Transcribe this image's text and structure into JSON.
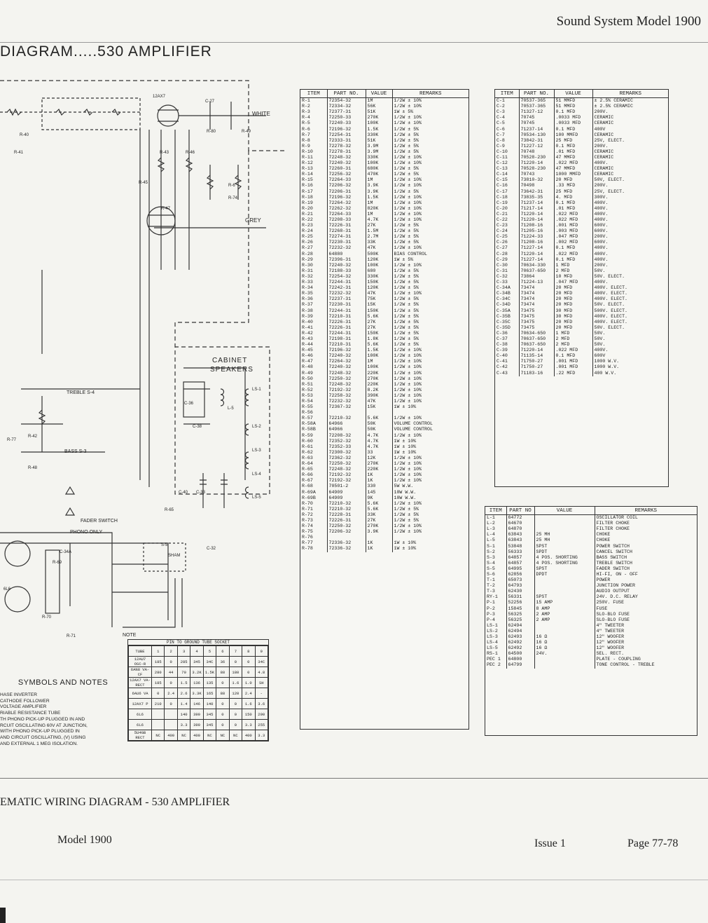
{
  "header": {
    "right": "Sound System Model 1900",
    "left": "DIAGRAM.....530 AMPLIFIER"
  },
  "footer": {
    "title": "EMATIC WIRING DIAGRAM - 530 AMPLIFIER",
    "model": "Model 1900",
    "issue": "Issue 1",
    "page": "Page 77-78"
  },
  "schematic": {
    "cabinet_title": "CABINET",
    "cabinet_subtitle": "SPEAKERS",
    "white": "WHITE",
    "grey": "GREY",
    "treble": "TREBLE S-4",
    "bass": "BASS S-3",
    "fader": "FADER SWITCH",
    "phono": "PHONO ONLY",
    "note": "NOTE",
    "parts": [
      "12AX7",
      "R-40",
      "R-41",
      "R-43",
      "R-46",
      "R-45",
      "R-47",
      "R-6",
      "R-74",
      "R-80",
      "R-49",
      "C-27",
      "C-36",
      "C-38",
      "L-5",
      "LS-1",
      "LS-2",
      "LS-3",
      "LS-4",
      "LS-5",
      "6L6",
      "C-34A",
      "R-70",
      "R-71",
      "R-48",
      "R-42",
      "R-77",
      "C-40",
      "C-33",
      "S-5",
      "SHAM",
      "C-32",
      "R-65",
      "R-69"
    ]
  },
  "symbols": {
    "title": "SYMBOLS AND NOTES",
    "lines": [
      "HASE INVERTER",
      "CATHODE FOLLOWER",
      "VOLTAGE AMPLIFIER",
      "RIABLE RESISTANCE TUBE",
      "TH PHONO PICK-UP PLUGGED IN AND",
      "RCUIT OSCILLATING 60V AT JUNCTION,",
      "WITH PHONO PICK-UP PLUGGED IN",
      "AND CIRCUIT OSCILLATING, (V) USING",
      "AND EXTERNAL 1 MEG ISOLATION."
    ]
  },
  "tube_chart": {
    "title": "PIN TO GROUND TUBE SOCKET",
    "header": [
      "TUBE",
      "1",
      "2",
      "3",
      "4",
      "5",
      "6",
      "7",
      "8",
      "9"
    ],
    "rows": [
      [
        "12AU7 OSC-R",
        "185",
        "0",
        "285",
        "345",
        "34C",
        "36",
        "0",
        "0",
        "34C"
      ],
      [
        "6AN8 VA-CF",
        "280",
        "44",
        "70",
        "3.2K",
        "1.5K",
        "88",
        "180",
        "0",
        "4.8"
      ],
      [
        "12AX7 VA-RECT",
        "185",
        "0",
        "1.5",
        "136",
        "135",
        "0",
        "1.6",
        "1.0",
        "SH"
      ],
      [
        "6AU6 VA",
        "0",
        "2.4",
        "2.6",
        "3.3K",
        "165",
        "88",
        "120",
        "2.4",
        "-"
      ],
      [
        "12AX7 P",
        "210",
        "0",
        "1.4",
        "146",
        "140",
        "0",
        "0",
        "1.6",
        "3.6"
      ],
      [
        "6L6",
        "",
        "",
        "140",
        "390",
        "345",
        "0",
        "0",
        "150",
        "290"
      ],
      [
        "6L6",
        "",
        "",
        "3.3",
        "390",
        "345",
        "0",
        "0",
        "3.3",
        "255"
      ],
      [
        "5U4GB RECT",
        "NC",
        "400",
        "NC",
        "400",
        "NC",
        "NC",
        "NC",
        "400",
        "3.3"
      ]
    ]
  },
  "resistor_table": {
    "headers": [
      "ITEM",
      "PART NO.",
      "VALUE",
      "REMARKS"
    ],
    "rows": [
      [
        "R-1",
        "72354-32",
        "1M",
        "1/2W ± 10%"
      ],
      [
        "R-2",
        "72334-32",
        "56K",
        "1/2W ± 10%"
      ],
      [
        "R-3",
        "72377-31",
        "51K",
        "1W ± 5%"
      ],
      [
        "R-4",
        "72250-33",
        "270K",
        "1/2W ± 10%"
      ],
      [
        "R-5",
        "72240-33",
        "100K",
        "1/2W ± 10%"
      ],
      [
        "R-6",
        "72196-32",
        "1.5K",
        "1/2W ± 5%"
      ],
      [
        "R-7",
        "72254-31",
        "330K",
        "1/2W ± 5%"
      ],
      [
        "R-8",
        "72333-31",
        "51K",
        "1/2W ± 5%"
      ],
      [
        "R-9",
        "72278-32",
        "3.9M",
        "1/2W ± 5%"
      ],
      [
        "R-10",
        "72278-31",
        "3.9M",
        "1/2W ± 5%"
      ],
      [
        "R-11",
        "72248-32",
        "330K",
        "1/2W ± 10%"
      ],
      [
        "R-12",
        "72240-32",
        "100K",
        "1/2W ± 10%"
      ],
      [
        "R-13",
        "72260-31",
        "680K",
        "1/2W ± 5%"
      ],
      [
        "R-14",
        "72256-32",
        "470K",
        "1/2W ± 5%"
      ],
      [
        "R-15",
        "72264-33",
        "1M",
        "1/2W ± 10%"
      ],
      [
        "R-16",
        "72206-32",
        "3.9K",
        "1/2W ± 10%"
      ],
      [
        "R-17",
        "72206-31",
        "3.9K",
        "1/2W ± 5%"
      ],
      [
        "R-18",
        "72196-32",
        "1.5K",
        "1/2W ± 10%"
      ],
      [
        "R-19",
        "72264-32",
        "1M",
        "1/2W ± 10%"
      ],
      [
        "R-20",
        "72262-32",
        "820K",
        "1/2W ± 10%"
      ],
      [
        "R-21",
        "72264-33",
        "1M",
        "1/2W ± 10%"
      ],
      [
        "R-22",
        "72208-33",
        "4.7K",
        "1/2W ± 10%"
      ],
      [
        "R-23",
        "72226-31",
        "27K",
        "1/2W ± 5%"
      ],
      [
        "R-24",
        "72268-31",
        "1.5M",
        "1/2W ± 5%"
      ],
      [
        "R-25",
        "72274-31",
        "2.7M",
        "1/2W ± 5%"
      ],
      [
        "R-26",
        "72230-31",
        "33K",
        "1/2W ± 5%"
      ],
      [
        "R-27",
        "72232-32",
        "47K",
        "1/2W ± 10%"
      ],
      [
        "R-28",
        "64880",
        "500K",
        "BIAS CONTROL"
      ],
      [
        "R-29",
        "72396-31",
        "120K",
        "1W ± 5%"
      ],
      [
        "R-30",
        "72240-32",
        "100K",
        "1/2W ± 10%"
      ],
      [
        "R-31",
        "72188-33",
        "680",
        "1/2W ± 5%"
      ],
      [
        "R-32",
        "72254-32",
        "330K",
        "1/2W ± 5%"
      ],
      [
        "R-33",
        "72244-31",
        "150K",
        "1/2W ± 5%"
      ],
      [
        "R-34",
        "72242-31",
        "120K",
        "1/2W ± 5%"
      ],
      [
        "R-35",
        "72232-32",
        "47K",
        "1/2W ± 10%"
      ],
      [
        "R-36",
        "72237-31",
        "75K",
        "1/2W ± 5%"
      ],
      [
        "R-37",
        "72230-31",
        "15K",
        "1/2W ± 5%"
      ],
      [
        "R-38",
        "72244-31",
        "150K",
        "1/2W ± 5%"
      ],
      [
        "R-39",
        "72210-31",
        "5.6K",
        "1/2W ± 5%"
      ],
      [
        "R-40",
        "72226-31",
        "27K",
        "1/2W ± 5%"
      ],
      [
        "R-41",
        "72226-31",
        "27K",
        "1/2W ± 5%"
      ],
      [
        "R-42",
        "72244-31",
        "150K",
        "1/2W ± 5%"
      ],
      [
        "R-43",
        "72198-31",
        "1.8K",
        "1/2W ± 5%"
      ],
      [
        "R-44",
        "72210-31",
        "5.6K",
        "1/2W ± 5%"
      ],
      [
        "R-45",
        "72196-32",
        "1.5K",
        "1/2W ± 10%"
      ],
      [
        "R-46",
        "72240-32",
        "100K",
        "1/2W ± 10%"
      ],
      [
        "R-47",
        "72264-32",
        "1M",
        "1/2W ± 10%"
      ],
      [
        "R-48",
        "72240-32",
        "100K",
        "1/2W ± 10%"
      ],
      [
        "R-49",
        "72248-32",
        "220K",
        "1/2W ± 10%"
      ],
      [
        "R-50",
        "72250-32",
        "270K",
        "1/2W ± 10%"
      ],
      [
        "R-51",
        "72248-32",
        "220K",
        "1/2W ± 10%"
      ],
      [
        "R-52",
        "72192-32",
        "8.2K",
        "1/2W ± 10%"
      ],
      [
        "R-53",
        "72258-32",
        "390K",
        "1/2W ± 10%"
      ],
      [
        "R-54",
        "72232-32",
        "47K",
        "1/2W ± 10%"
      ],
      [
        "R-55",
        "72367-32",
        "15K",
        "1W ± 10%"
      ],
      [
        "R-56",
        "",
        "",
        ""
      ],
      [
        "R-57",
        "72210-32",
        "5.6K",
        "1/2W ± 10%"
      ],
      [
        "R-58A",
        "64966",
        "50K",
        "VOLUME CONTROL"
      ],
      [
        "R-58B",
        "64966",
        "50K",
        "VOLUME CONTROL"
      ],
      [
        "R-59",
        "72208-32",
        "4.7K",
        "1/2W ± 10%"
      ],
      [
        "R-60",
        "72352-32",
        "4.7K",
        "1W ± 10%"
      ],
      [
        "R-61",
        "72352-33",
        "4.7K",
        "1W ± 10%"
      ],
      [
        "R-62",
        "72300-32",
        "33",
        "1W ± 10%"
      ],
      [
        "R-63",
        "72362-32",
        "12K",
        "1/2W ± 10%"
      ],
      [
        "R-64",
        "72250-32",
        "270K",
        "1/2W ± 10%"
      ],
      [
        "R-65",
        "72248-32",
        "220K",
        "1/2W ± 10%"
      ],
      [
        "R-66",
        "72192-32",
        "1K",
        "1/2W ± 10%"
      ],
      [
        "R-67",
        "72192-32",
        "1K",
        "1/2W ± 10%"
      ],
      [
        "R-68",
        "70501-2",
        "330",
        "5W W.W."
      ],
      [
        "R-69A",
        "64909",
        "145",
        "10W W.W."
      ],
      [
        "R-69B",
        "64909",
        "9K",
        "10W W.W."
      ],
      [
        "R-70",
        "72210-32",
        "5.6K",
        "1/2W ± 10%"
      ],
      [
        "R-71",
        "72210-32",
        "5.6K",
        "1/2W ± 5%"
      ],
      [
        "R-72",
        "72228-31",
        "33K",
        "1/2W ± 5%"
      ],
      [
        "R-73",
        "72226-31",
        "27K",
        "1/2W ± 5%"
      ],
      [
        "R-74",
        "72250-32",
        "270K",
        "1/2W ± 10%"
      ],
      [
        "R-75",
        "72206-32",
        "3.9K",
        "1/2W ± 10%"
      ],
      [
        "R-76",
        "",
        "",
        ""
      ],
      [
        "R-77",
        "72336-32",
        "1K",
        "1W ± 10%"
      ],
      [
        "R-78",
        "72336-32",
        "1K",
        "1W ± 10%"
      ]
    ]
  },
  "capacitor_table": {
    "headers": [
      "ITEM",
      "PART NO.",
      "VALUE",
      "REMARKS"
    ],
    "rows": [
      [
        "C-1",
        "70537-365",
        "51 MMFD",
        "± 2.5% CERAMIC"
      ],
      [
        "C-2",
        "70537-365",
        "51 MMFD",
        "± 2.5% CERAMIC"
      ],
      [
        "C-3",
        "71327-12",
        "0.1 MFD",
        "200V."
      ],
      [
        "C-4",
        "70745",
        ".0033 MFD",
        "CERAMIC"
      ],
      [
        "C-5",
        "70745",
        ".0033 MFD",
        "CERAMIC"
      ],
      [
        "C-6",
        "71237-14",
        "0.1 MFD",
        "400V"
      ],
      [
        "C-7",
        "70534-130",
        "100 MMFD",
        "CERAMIC"
      ],
      [
        "C-8",
        "73842-31",
        "25 MFD",
        "25V, ELECT."
      ],
      [
        "C-9",
        "71227-12",
        "0.1 MFD",
        "200V."
      ],
      [
        "C-10",
        "70748",
        ".01 MFD",
        "CERAMIC"
      ],
      [
        "C-11",
        "70528-230",
        "47 MMFD",
        "CERAMIC"
      ],
      [
        "C-12",
        "71220-14",
        ".022 MFD",
        "400V."
      ],
      [
        "C-13",
        "70528-230",
        "47 MMFD",
        "CERAMIC"
      ],
      [
        "C-14",
        "70743",
        "1000 MMFD",
        "CERAMIC"
      ],
      [
        "C-15",
        "73810-32",
        "20 MFD",
        "50V, ELECT."
      ],
      [
        "C-16",
        "70498",
        ".33 MFD",
        "200V."
      ],
      [
        "C-17",
        "73642-31",
        "25 MFD",
        "25V, ELECT."
      ],
      [
        "C-18",
        "73835-35",
        "4. MFD",
        "300V."
      ],
      [
        "C-19",
        "71237-14",
        "0.1 MFD",
        "400V."
      ],
      [
        "C-20",
        "71217-14",
        ".01 MFD",
        "400V."
      ],
      [
        "C-21",
        "71220-14",
        ".022 MFD",
        "400V."
      ],
      [
        "C-22",
        "71220-14",
        ".022 MFD",
        "400V."
      ],
      [
        "C-23",
        "71208-16",
        ".001 MFD",
        "600V."
      ],
      [
        "C-24",
        "71205-16",
        ".003 MFD",
        "600V."
      ],
      [
        "C-25",
        "71224-33",
        ".047 MFD",
        "200V."
      ],
      [
        "C-26",
        "71208-16",
        ".002 MFD",
        "600V."
      ],
      [
        "C-27",
        "71227-14",
        "0.1 MFD",
        "400V."
      ],
      [
        "C-28",
        "71220-14",
        ".022 MFD",
        "400V."
      ],
      [
        "C-29",
        "71227-14",
        "0.1 MFD",
        "400V."
      ],
      [
        "C-30",
        "70634-330",
        "1 MFD",
        "200V."
      ],
      [
        "C-31",
        "70637-650",
        "2 MFD",
        "50V."
      ],
      [
        "C-32",
        "73864",
        "10 MFD",
        "50V. ELECT."
      ],
      [
        "C-33",
        "71224-13",
        ".047 MFD",
        "400V."
      ],
      [
        "C-34A",
        "73474",
        "20 MFD",
        "400V. ELECT."
      ],
      [
        "C-34B",
        "73474",
        "20 MFD",
        "400V. ELECT."
      ],
      [
        "C-34C",
        "73474",
        "20 MFD",
        "400V. ELECT."
      ],
      [
        "C-34D",
        "73474",
        "20 MFD",
        "50V. ELECT."
      ],
      [
        "C-35A",
        "73475",
        "30 MFD",
        "500V. ELECT."
      ],
      [
        "C-35B",
        "73475",
        "30 MFD",
        "400V. ELECT."
      ],
      [
        "C-35C",
        "73475",
        "20 MFD",
        "400V. ELECT."
      ],
      [
        "C-35D",
        "73475",
        "20 MFD",
        "50V. ELECT."
      ],
      [
        "C-36",
        "70634-650",
        "1 MFD",
        "50V."
      ],
      [
        "C-37",
        "70637-650",
        "2 MFD",
        "50V."
      ],
      [
        "C-38",
        "70637-650",
        "2 MFD",
        "50V."
      ],
      [
        "C-39",
        "71220-14",
        ".022 MFD",
        "400V."
      ],
      [
        "C-40",
        "71135-14",
        "0.1 MFD",
        "600V"
      ],
      [
        "C-41",
        "71750-27",
        ".001 MFD",
        "1000 W.V."
      ],
      [
        "C-42",
        "71750-27",
        ".001 MFD",
        "1000 W.V."
      ],
      [
        "C-43",
        "71183-16",
        ".22 MFD",
        "400 W.V."
      ]
    ]
  },
  "misc_table": {
    "headers": [
      "ITEM",
      "PART NO",
      "VALUE",
      "REMARKS"
    ],
    "rows": [
      [
        "L-1",
        "64772",
        "",
        "OSCILLATOR COIL"
      ],
      [
        "L-2",
        "64670",
        "",
        "FILTER CHOKE"
      ],
      [
        "L-3",
        "64870",
        "",
        "FILTER CHOKE"
      ],
      [
        "L-4",
        "63843",
        "25 MH",
        "CHOKE"
      ],
      [
        "L-5",
        "63843",
        "25 MH",
        "CHOKE"
      ],
      [
        "S-1",
        "53848",
        "SPST",
        "POWER SWITCH"
      ],
      [
        "S-2",
        "56333",
        "SPDT",
        "CANCEL SWITCH"
      ],
      [
        "S-3",
        "64857",
        "4 POS. SHORTING",
        "BASS SWITCH"
      ],
      [
        "S-4",
        "64857",
        "4 POS. SHORTING",
        "TREBLE SWITCH"
      ],
      [
        "S-5",
        "64995",
        "SPST",
        "FADER SWITCH"
      ],
      [
        "S-6",
        "62856",
        "DPDT",
        "HI-FI, ON - OFF"
      ],
      [
        "T-1",
        "65073",
        "",
        "POWER"
      ],
      [
        "T-2",
        "64793",
        "",
        "JUNCTION POWER"
      ],
      [
        "T-3",
        "62430",
        "",
        "AUDIO OUTPUT"
      ],
      [
        "RY-1",
        "56331",
        "SPST",
        "24V. D.C. RELAY"
      ],
      [
        "P-1",
        "52256",
        "15 AMP",
        "250V. FUSE"
      ],
      [
        "P-2",
        "15845",
        "8 AMP",
        "FUSE"
      ],
      [
        "P-3",
        "56325",
        "2 AMP",
        "SLO-BLO FUSE"
      ],
      [
        "P-4",
        "56325",
        "2 AMP",
        "SLO-BLO FUSE"
      ],
      [
        "LS-1",
        "62494",
        "",
        "4\" TWEETER"
      ],
      [
        "LS-2",
        "62494",
        "",
        "4\" TWEETER"
      ],
      [
        "LS-3",
        "62493",
        "16 Ω",
        "12\" WOOFER"
      ],
      [
        "LS-4",
        "62492",
        "16 Ω",
        "12\" WOOFER"
      ],
      [
        "LS-5",
        "62492",
        "16 Ω",
        "12\" WOOFER"
      ],
      [
        "RS-1",
        "64500",
        "24V.",
        "SEL. RECT."
      ],
      [
        "PEC 1",
        "64800",
        "",
        "PLATE - COUPLING"
      ],
      [
        "PEC 2",
        "64799",
        "",
        "TONE CONTROL - TREBLE"
      ]
    ]
  }
}
